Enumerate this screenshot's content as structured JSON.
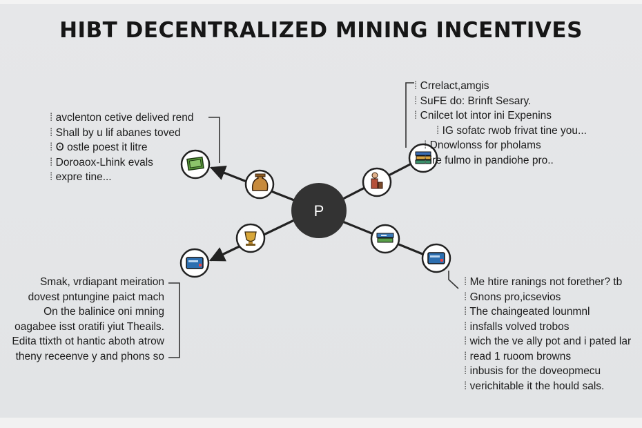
{
  "title": "HIBT DECENTRALIZED MINING INCENTIVES",
  "hub_label": "P",
  "colors": {
    "hub": "#333333",
    "edge": "#222222",
    "node_fill": "#ffffff",
    "node_stroke": "#222222"
  },
  "nodes": [
    {
      "id": "node-left-far",
      "icon": "money-icon"
    },
    {
      "id": "node-left-near",
      "icon": "moneybag-icon"
    },
    {
      "id": "node-upright-far",
      "icon": "books-icon"
    },
    {
      "id": "node-upright-near",
      "icon": "worker-icon"
    },
    {
      "id": "node-lowleft-far",
      "icon": "card-icon"
    },
    {
      "id": "node-lowleft-near",
      "icon": "trophy-icon"
    },
    {
      "id": "node-lowright-near",
      "icon": "cash-stack-icon"
    },
    {
      "id": "node-lowright-far",
      "icon": "card-icon"
    }
  ],
  "text_blocks": {
    "top_left": [
      "avclenton cetive delived rend",
      "Shall by u lif abanes toved",
      "Ꙩ ostle poest it litre",
      "Doroaox-Lhink evals",
      "expre tine..."
    ],
    "top_right": [
      "Crrelact,amgis",
      "SuFE do: Brinft Sesary.",
      "Cnilcet lot intor ini Expenins",
      "IG sofatc rwob frivat tine you...",
      "Dnowlonss for pholams",
      "ire fulmo in pandiohe pro.."
    ],
    "bottom_left": [
      "Smak, vrdiapant meiration",
      "dovest pntungine paict mach",
      "On the balinice oni mning",
      "oagabee isst oratifi yiut Theails.",
      "Edita ttixth ot hantic aboth atrow",
      "theny receenve y and phons so"
    ],
    "bottom_right": [
      "Me htire ranings not forether? tb",
      "Gnons pro,icsevios",
      "The chaingeated lounmnl",
      "insfalls volved trobos",
      "wich the ve ally pot and i pated lar",
      "read 1 ruoom browns",
      "inbusis for the doveopmecu",
      "verichitable it the hould sals."
    ]
  }
}
